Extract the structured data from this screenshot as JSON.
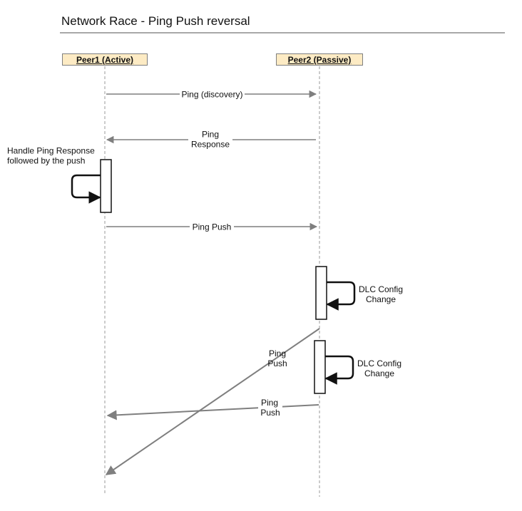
{
  "title": "Network Race - Ping Push reversal",
  "participants": {
    "peer1": "Peer1 (Active)",
    "peer2": "Peer2 (Passive)"
  },
  "messages": {
    "ping_discovery": "Ping (discovery)",
    "ping_response": [
      "Ping",
      "Response"
    ],
    "ping_push": "Ping Push",
    "ping_push_late": [
      "Ping",
      "Push"
    ],
    "ping_push_early": [
      "Ping",
      "Push"
    ]
  },
  "notes": {
    "handle_ping_response": [
      "Handle Ping Response",
      "followed by the push"
    ],
    "dlc_config_change_1": [
      "DLC Config",
      "Change"
    ],
    "dlc_config_change_2": [
      "DLC Config",
      "Change"
    ]
  },
  "colors": {
    "message_arrow": "#7f7f7f",
    "self_arrow": "#111111",
    "lifeline_head_fill": "#fdebc4",
    "lifeline": "#9a9a9a"
  }
}
